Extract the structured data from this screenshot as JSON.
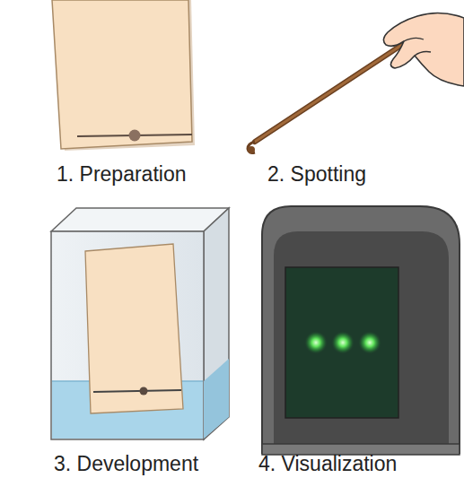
{
  "diagram": {
    "labels": [
      "1. Preparation",
      "2. Spotting",
      "3. Development",
      "4. Visualization"
    ]
  }
}
